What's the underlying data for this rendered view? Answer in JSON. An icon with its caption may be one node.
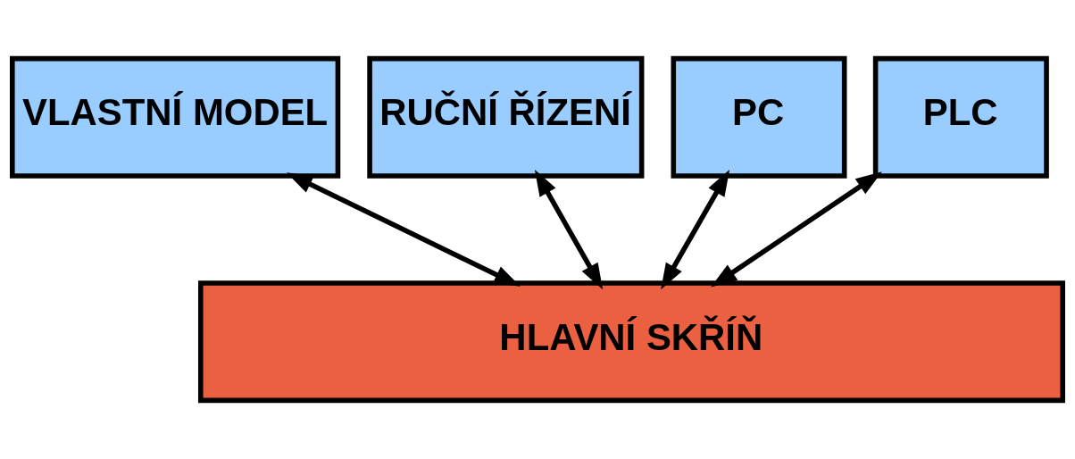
{
  "diagram": {
    "nodes": [
      {
        "text": [
          "VLASTNÍ MODEL"
        ]
      },
      {
        "text": [
          "RUČNÍ ŘÍZENÍ"
        ]
      },
      {
        "text": [
          "PC"
        ]
      },
      {
        "text": [
          "PLC"
        ]
      },
      {
        "text": [
          "HLAVNÍ SKŘÍŇ"
        ]
      }
    ],
    "edges": [
      {
        "from": 0,
        "to": 4,
        "arrow": "both"
      },
      {
        "from": 1,
        "to": 4,
        "arrow": "both"
      },
      {
        "from": 2,
        "to": 4,
        "arrow": "both"
      },
      {
        "from": 3,
        "to": 4,
        "arrow": "both"
      }
    ]
  }
}
